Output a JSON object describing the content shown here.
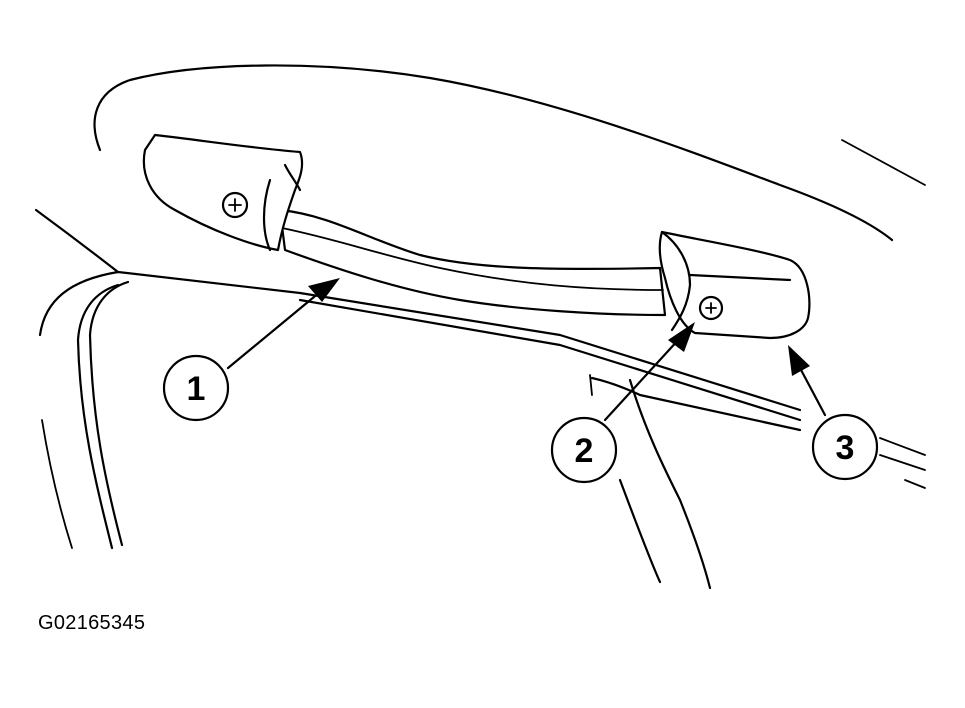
{
  "figure_id": "G02165345",
  "callouts": [
    {
      "label": "1",
      "part": "grab-handle"
    },
    {
      "label": "2",
      "part": "screw"
    },
    {
      "label": "3",
      "part": "handle-end-cover"
    }
  ],
  "colors": {
    "line": "#000000",
    "background": "#ffffff"
  }
}
